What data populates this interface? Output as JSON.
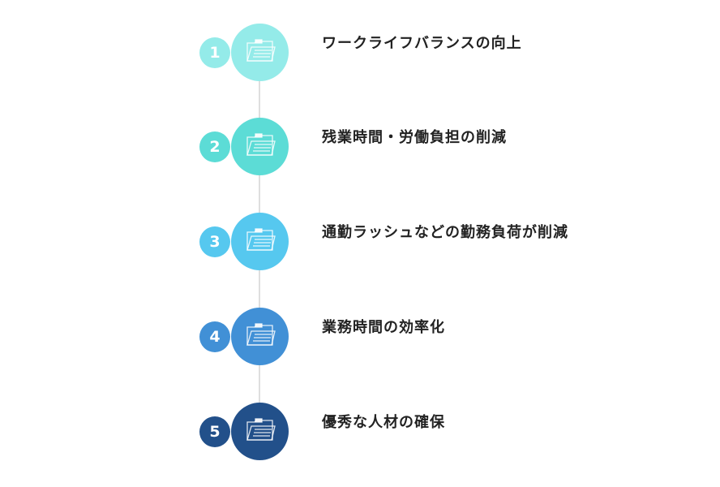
{
  "steps": [
    {
      "number": "1",
      "label": "ワークライフバランスの向上",
      "color": "#94ebe9"
    },
    {
      "number": "2",
      "label": "残業時間・労働負担の削減",
      "color": "#5cdcd6"
    },
    {
      "number": "3",
      "label": "通勤ラッシュなどの勤務負荷が削減",
      "color": "#56c8ef"
    },
    {
      "number": "4",
      "label": "業務時間の効率化",
      "color": "#4190d6"
    },
    {
      "number": "5",
      "label": "優秀な人材の確保",
      "color": "#22508a"
    }
  ]
}
